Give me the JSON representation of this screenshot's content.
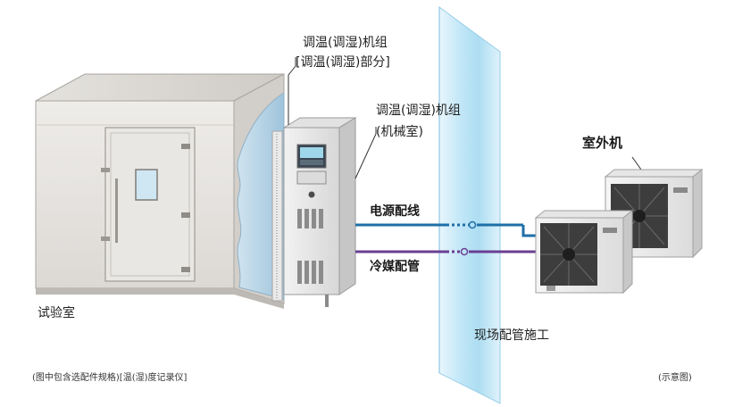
{
  "labels": {
    "unit_panel_line1": "调温(调湿)机组",
    "unit_panel_line2": "[调温(调湿)部分]",
    "unit_machine_line1": "调温(调湿)机组",
    "unit_machine_line2": "(机械室)",
    "outdoor_unit": "室外机",
    "power_wiring": "电源配线",
    "refrigerant_piping": "冷媒配管",
    "test_room": "试验室",
    "site_piping": "现场配管施工"
  },
  "footnotes": {
    "left": "(图中包含选配件规格)[温(湿)度记录仪]",
    "right": "(示意图)"
  },
  "colors": {
    "power_line": "#1f6fa8",
    "refrigerant_line": "#6a3f93",
    "glass_wall": "#bfe6f7",
    "room_body": "#e8e6e3"
  }
}
